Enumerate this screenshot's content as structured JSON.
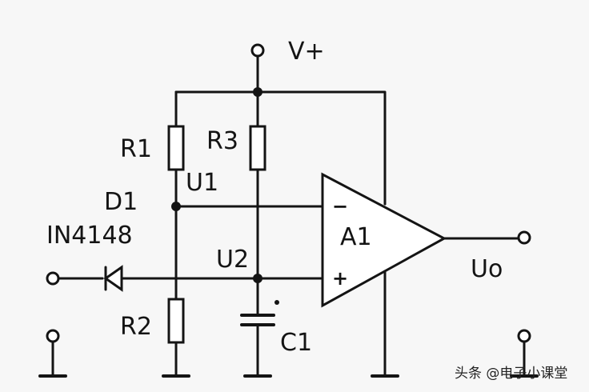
{
  "labels": {
    "vplus": "V+",
    "r1": "R1",
    "r3": "R3",
    "u1": "U1",
    "d1": "D1",
    "diode_part": "IN4148",
    "amp": "A1",
    "u2": "U2",
    "r2": "R2",
    "c1": "C1",
    "output": "Uo",
    "minus": "−",
    "plus": "+"
  },
  "watermark": "头条 @电子小课堂"
}
